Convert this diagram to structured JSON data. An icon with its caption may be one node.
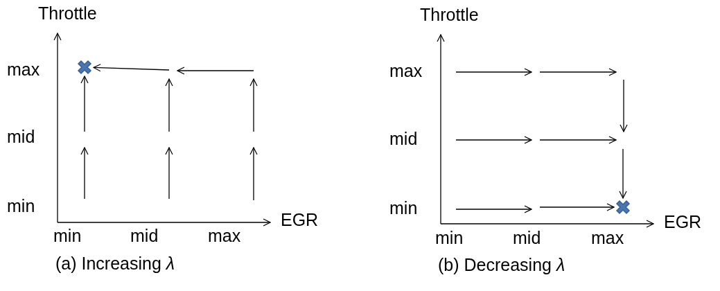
{
  "diagram": {
    "nodes": [
      {
        "text": [],
        "shape": "cross"
      },
      {
        "text": [],
        "shape": "cross"
      }
    ],
    "edges": [
      {
        "from": null,
        "to": 0,
        "arrow": "to"
      },
      {
        "from": null,
        "to": 0,
        "arrow": "to"
      },
      {
        "from": null,
        "to": 1,
        "arrow": "to"
      },
      {
        "from": null,
        "to": 1,
        "arrow": "to"
      }
    ],
    "labels": [
      "Throttle",
      "max",
      "mid",
      "min",
      "EGR",
      "min",
      "mid",
      "max",
      "(a) Increasing *λ*",
      "Throttle",
      "max",
      "mid",
      "min",
      "EGR",
      "min",
      "mid",
      "max",
      "(b) Decreasing *λ*"
    ]
  }
}
